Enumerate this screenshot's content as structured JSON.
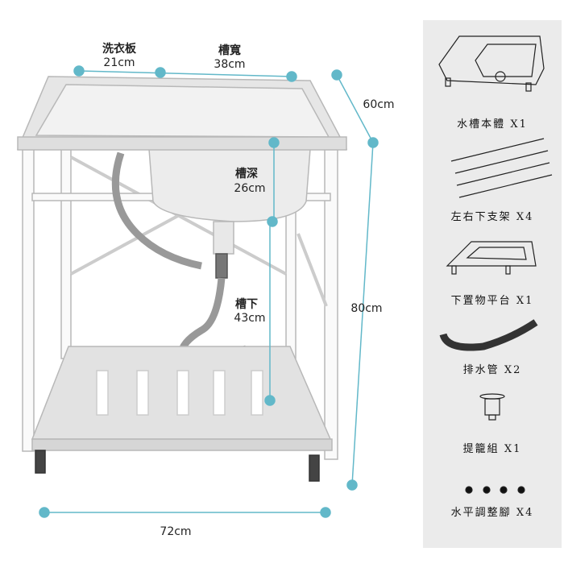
{
  "dimensions": {
    "washboard": {
      "label": "洗衣板",
      "value": "21cm"
    },
    "basin_width": {
      "label": "槽寬",
      "value": "38cm"
    },
    "depth": "60cm",
    "basin_depth": {
      "label": "槽深",
      "value": "26cm"
    },
    "below_basin": {
      "label": "槽下",
      "value": "43cm"
    },
    "height": "80cm",
    "width": "72cm"
  },
  "parts": [
    {
      "name": "水槽本體",
      "qty": "X1",
      "icon": "sink-body-icon"
    },
    {
      "name": "左右下支架",
      "qty": "X4",
      "icon": "support-rods-icon"
    },
    {
      "name": "下置物平台",
      "qty": "X1",
      "icon": "shelf-platform-icon"
    },
    {
      "name": "排水管",
      "qty": "X2",
      "icon": "drain-hose-icon"
    },
    {
      "name": "提籠組",
      "qty": "X1",
      "icon": "strainer-basket-icon"
    },
    {
      "name": "水平調整腳",
      "qty": "X4",
      "icon": "leveling-feet-icon"
    }
  ],
  "colors": {
    "dimension_line": "#62b8c9",
    "panel_bg": "#ebebeb"
  }
}
